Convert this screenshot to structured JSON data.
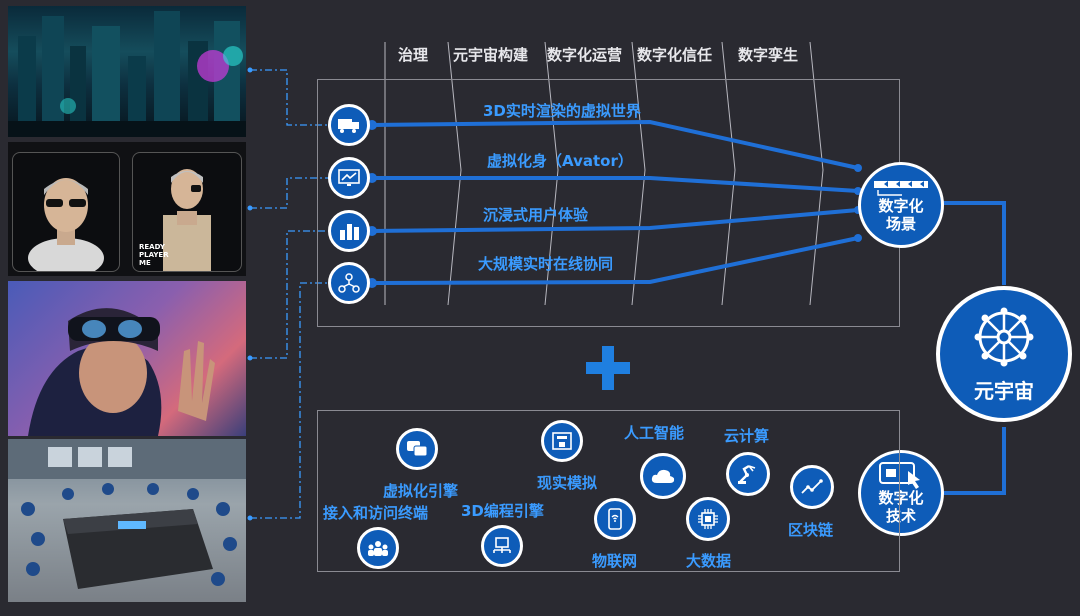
{
  "columns": [
    "治理",
    "元宇宙构建",
    "数字化运营",
    "数字化信任",
    "数字孪生"
  ],
  "scenarios": [
    {
      "label": "3D实时渲染的虚拟世界",
      "icon": "truck-icon"
    },
    {
      "label": "虚拟化身（Avator）",
      "icon": "chart-screen-icon"
    },
    {
      "label": "沉浸式用户体验",
      "icon": "bar-chart-icon"
    },
    {
      "label": "大规模实时在线协同",
      "icon": "network-icon"
    }
  ],
  "hubs": {
    "scene": "数字化\n场景",
    "tech": "数字化\n技术",
    "metaverse": "元宇宙"
  },
  "tech_items": [
    {
      "label": "虚拟化引擎",
      "icon": "chat-icon"
    },
    {
      "label": "接入和访问终端",
      "icon": "users-icon"
    },
    {
      "label": "3D编程引擎",
      "icon": "computer-network-icon"
    },
    {
      "label": "现实模拟",
      "icon": "printer-3d-icon"
    },
    {
      "label": "物联网",
      "icon": "phone-wifi-icon"
    },
    {
      "label": "人工智能",
      "icon": "cloud-icon"
    },
    {
      "label": "大数据",
      "icon": "chip-icon"
    },
    {
      "label": "云计算",
      "icon": "robot-arm-icon"
    },
    {
      "label": "区块链",
      "icon": "line-graph-icon"
    }
  ],
  "avatar_caption": "READY PLAYER ME",
  "colors": {
    "accent": "#3a9bff",
    "line": "#1f6fd6",
    "node": "#0e5cb8",
    "bg": "#2a2a31"
  }
}
